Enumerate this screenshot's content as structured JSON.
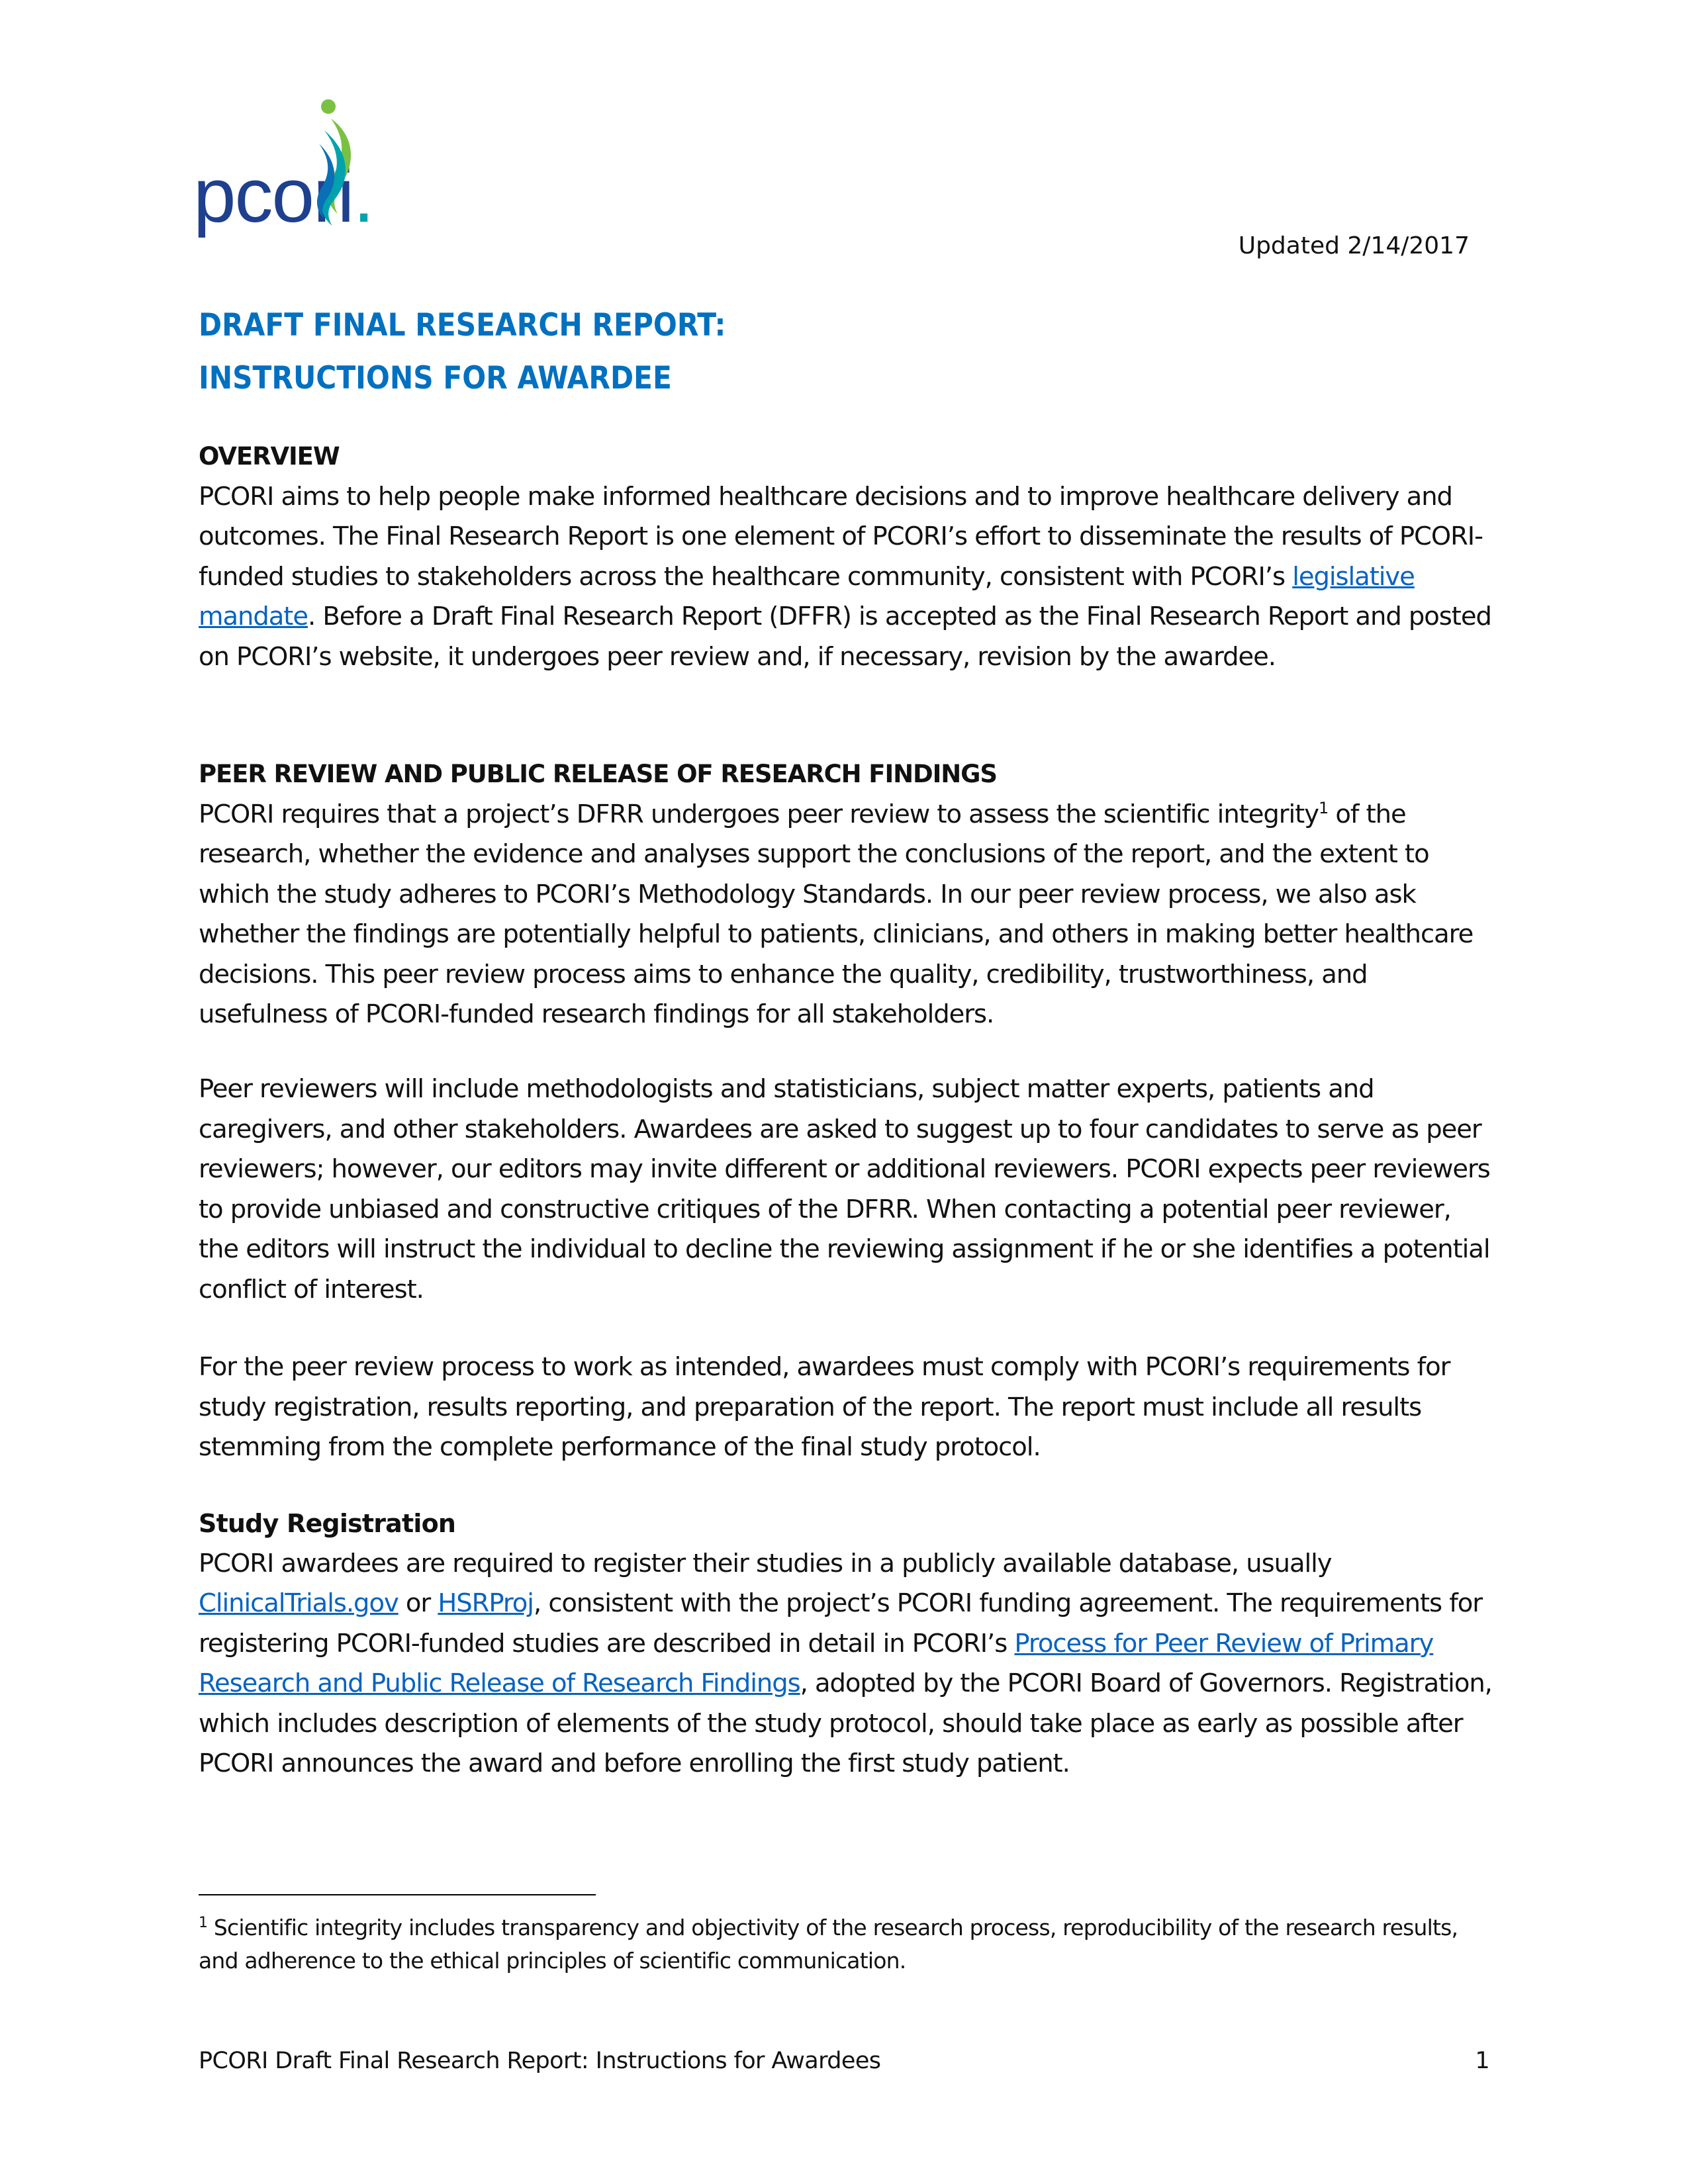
{
  "logo": {
    "wordmark": "pcori",
    "dot": "."
  },
  "updated": "Updated 2/14/2017",
  "title": {
    "line1": "DRAFT FINAL RESEARCH REPORT:",
    "line2": "INSTRUCTIONS FOR AWARDEE"
  },
  "overview": {
    "heading": "OVERVIEW",
    "part1": "PCORI aims to help people make informed healthcare decisions and to improve healthcare delivery and outcomes. The Final Research Report is one element of PCORI’s effort to disseminate the results of PCORI-funded studies to stakeholders across the healthcare community, consistent with PCORI’s ",
    "link": "legislative mandate",
    "part2": ". Before a Draft Final Research Report (DFFR) is accepted as the Final Research Report and posted on PCORI’s website, it undergoes peer review and, if necessary, revision by the awardee."
  },
  "peer_review": {
    "heading": "PEER REVIEW AND PUBLIC RELEASE OF RESEARCH FINDINGS",
    "p1_part1": "PCORI requires that a project’s DFRR undergoes peer review to assess the scientific integrity",
    "p1_footnote": "1",
    "p1_part2": " of the research, whether the evidence and analyses support the conclusions of the report, and the extent to which the study adheres to PCORI’s Methodology Standards. In our peer review process, we also ask whether the findings are potentially helpful to patients, clinicians, and others in making better healthcare decisions. This peer review process aims to enhance the quality, credibility, trustworthiness, and usefulness of PCORI-funded research findings for all stakeholders.",
    "p2": "Peer reviewers will include methodologists and statisticians, subject matter experts, patients and caregivers, and other stakeholders. Awardees are asked to suggest up to four candidates to serve as peer reviewers; however, our editors may invite different or additional reviewers. PCORI expects peer reviewers to provide unbiased and constructive critiques of the DFRR. When contacting a potential peer reviewer, the editors will instruct the individual to decline the reviewing assignment if he or she identifies a potential conflict of interest.",
    "p3": "For the peer review process to work as intended, awardees must comply with PCORI’s requirements for study registration, results reporting, and preparation of the report. The report must include all results stemming from the complete performance of the final study protocol."
  },
  "study_registration": {
    "heading": "Study Registration",
    "part1": "PCORI awardees are required to register their studies in a publicly available database, usually ",
    "link1": "ClinicalTrials.gov",
    "part2": " or ",
    "link2": "HSRProj",
    "part3": ", consistent with the project’s PCORI funding agreement. The requirements for registering PCORI-funded studies are described in detail in PCORI’s ",
    "link3": "Process for Peer Review of Primary Research and Public Release of Research Findings",
    "part4": ", adopted by the PCORI Board of Governors. Registration, which includes description of elements of the study protocol, should take place as early as possible after PCORI announces the award and before enrolling the first study patient."
  },
  "footnote": {
    "marker": "1",
    "text": " Scientific integrity includes transparency and objectivity of the research process, reproducibility of the research results, and adherence to the ethical principles of scientific communication."
  },
  "footer": {
    "text": "PCORI Draft Final Research Report: Instructions for Awardees",
    "page_number": "1"
  },
  "colors": {
    "title": "#0070c0",
    "link": "#0563c1",
    "logo_text": "#1f3f8f",
    "logo_green": "#7ac143",
    "logo_teal": "#00a3ad"
  }
}
